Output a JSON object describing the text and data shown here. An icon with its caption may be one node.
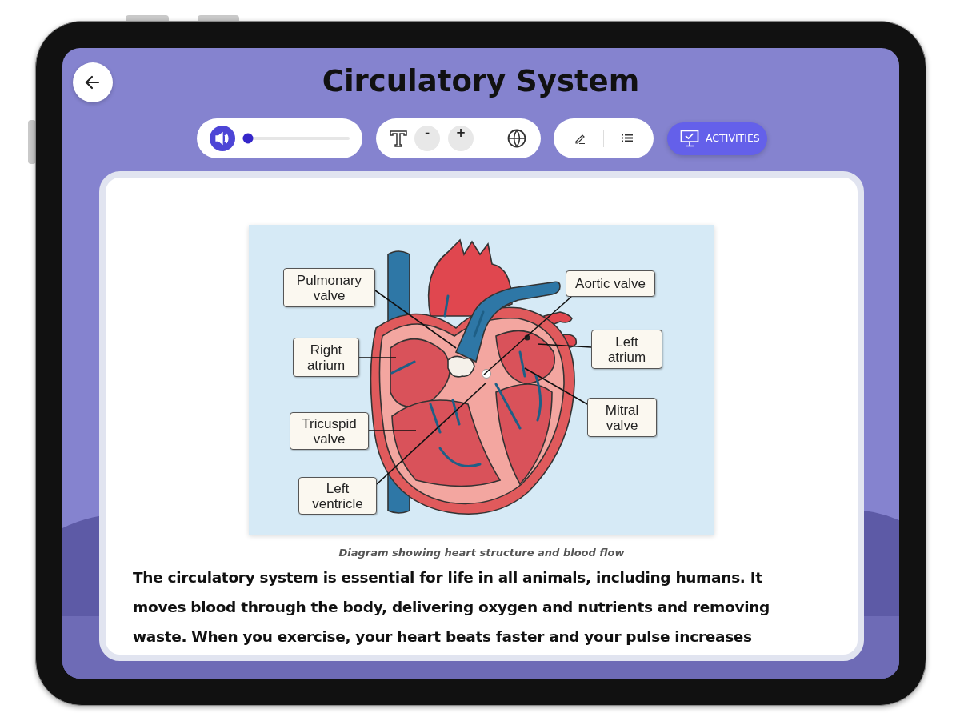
{
  "diagram": {
    "title": "Circulatory System",
    "caption": "Diagram showing heart structure and blood flow",
    "nodes": [
      {
        "text": [
          "Pulmonary valve"
        ]
      },
      {
        "text": [
          "Aortic valve"
        ]
      },
      {
        "text": [
          "Right atrium"
        ]
      },
      {
        "text": [
          "Left atrium"
        ]
      },
      {
        "text": [
          "Tricuspid valve"
        ]
      },
      {
        "text": [
          "Mitral valve"
        ]
      },
      {
        "text": [
          "Left ventricle"
        ]
      }
    ],
    "edges": [
      {
        "from": 0,
        "to": null,
        "arrow": "none"
      },
      {
        "from": 1,
        "to": null,
        "arrow": "none"
      },
      {
        "from": 2,
        "to": null,
        "arrow": "none"
      },
      {
        "from": 3,
        "to": null,
        "arrow": "none"
      },
      {
        "from": 4,
        "to": null,
        "arrow": "none"
      },
      {
        "from": 5,
        "to": null,
        "arrow": "none"
      },
      {
        "from": 6,
        "to": null,
        "arrow": "none"
      }
    ],
    "labels": [
      "-",
      "+",
      "ACTIVITIES",
      "The circulatory system is essential for life in all animals, including humans. It moves blood through the body, delivering oxygen and nutrients and removing waste. When you exercise, your heart beats faster and your pulse increases"
    ]
  }
}
